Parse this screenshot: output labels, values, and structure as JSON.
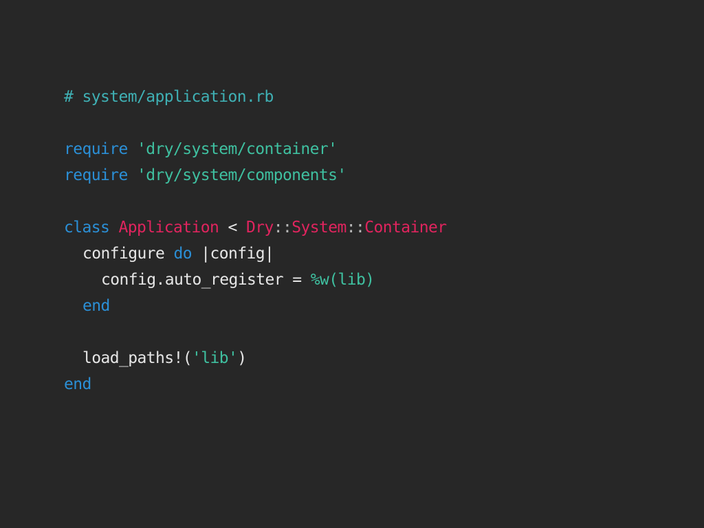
{
  "colors": {
    "background": "#272727",
    "comment": "#3fb0b4",
    "keyword": "#2b8fd6",
    "string": "#3fc0a0",
    "constant": "#e0245e",
    "text": "#e6e6e6"
  },
  "code": {
    "comment": "# system/application.rb",
    "require1": {
      "kw": "require",
      "str": "'dry/system/container'"
    },
    "require2": {
      "kw": "require",
      "str": "'dry/system/components'"
    },
    "class_line": {
      "kw": "class",
      "name": "Application",
      "op": "<",
      "ns1": "Dry",
      "sep1": "::",
      "ns2": "System",
      "sep2": "::",
      "ns3": "Container"
    },
    "configure_line": {
      "method": "configure",
      "kw": "do",
      "param": "|config|"
    },
    "auto_register_line": {
      "lhs": "config.auto_register =",
      "value": "%w(lib)"
    },
    "end_inner": "end",
    "load_paths_line": {
      "method": "load_paths!(",
      "str": "'lib'",
      "close": ")"
    },
    "end_outer": "end"
  }
}
